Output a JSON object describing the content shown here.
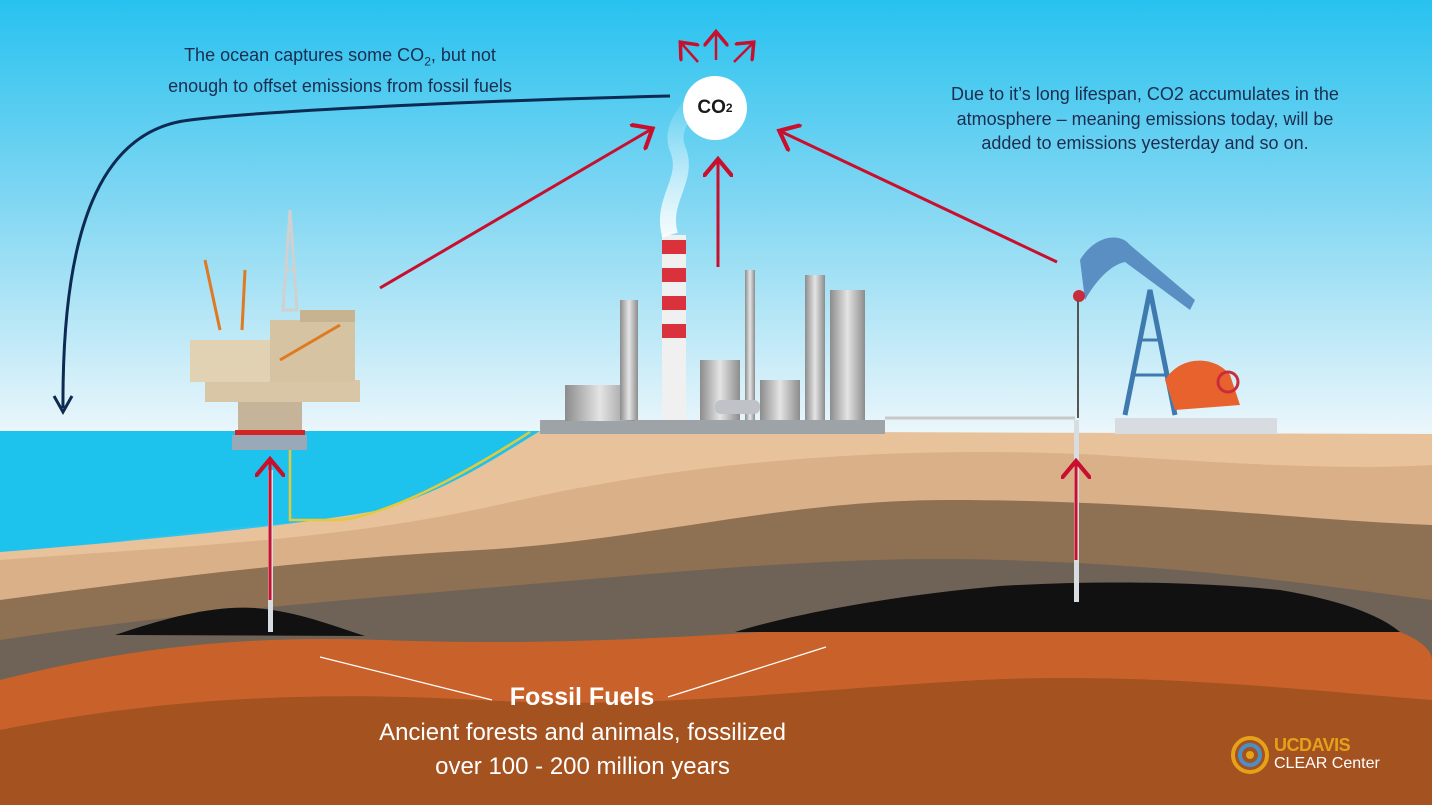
{
  "captions": {
    "ocean_line1_pre": "The ocean captures some CO",
    "ocean_line1_sub": "2",
    "ocean_line1_post": ", but not",
    "ocean_line2": "enough to offset emissions from fossil fuels",
    "lifespan_line1": "Due to it’s long lifespan, CO2 accumulates in the",
    "lifespan_line2": "atmosphere – meaning emissions today, will be",
    "lifespan_line3": "added to emissions yesterday and so on."
  },
  "co2_node": {
    "main": "CO",
    "sub": "2"
  },
  "fossil": {
    "title": "Fossil Fuels",
    "line1": "Ancient forests and animals, fossilized",
    "line2": "over 100 - 200 million years"
  },
  "logo": {
    "uc": "UC",
    "davis": "DAVIS",
    "center": "CLEAR Center"
  },
  "colors": {
    "sky_top": "#2ec4ef",
    "sky_bottom": "#eaf6fb",
    "ocean": "#1dc3ec",
    "emission_arrow": "#c8102e",
    "ocean_arrow": "#0d2a52",
    "oil_black": "#111111",
    "brand_gold": "#e6a11a"
  },
  "icons": [
    "offshore-oil-rig-icon",
    "refinery-icon",
    "smokestack-icon",
    "pumpjack-icon",
    "ucdavis-logo-icon"
  ]
}
